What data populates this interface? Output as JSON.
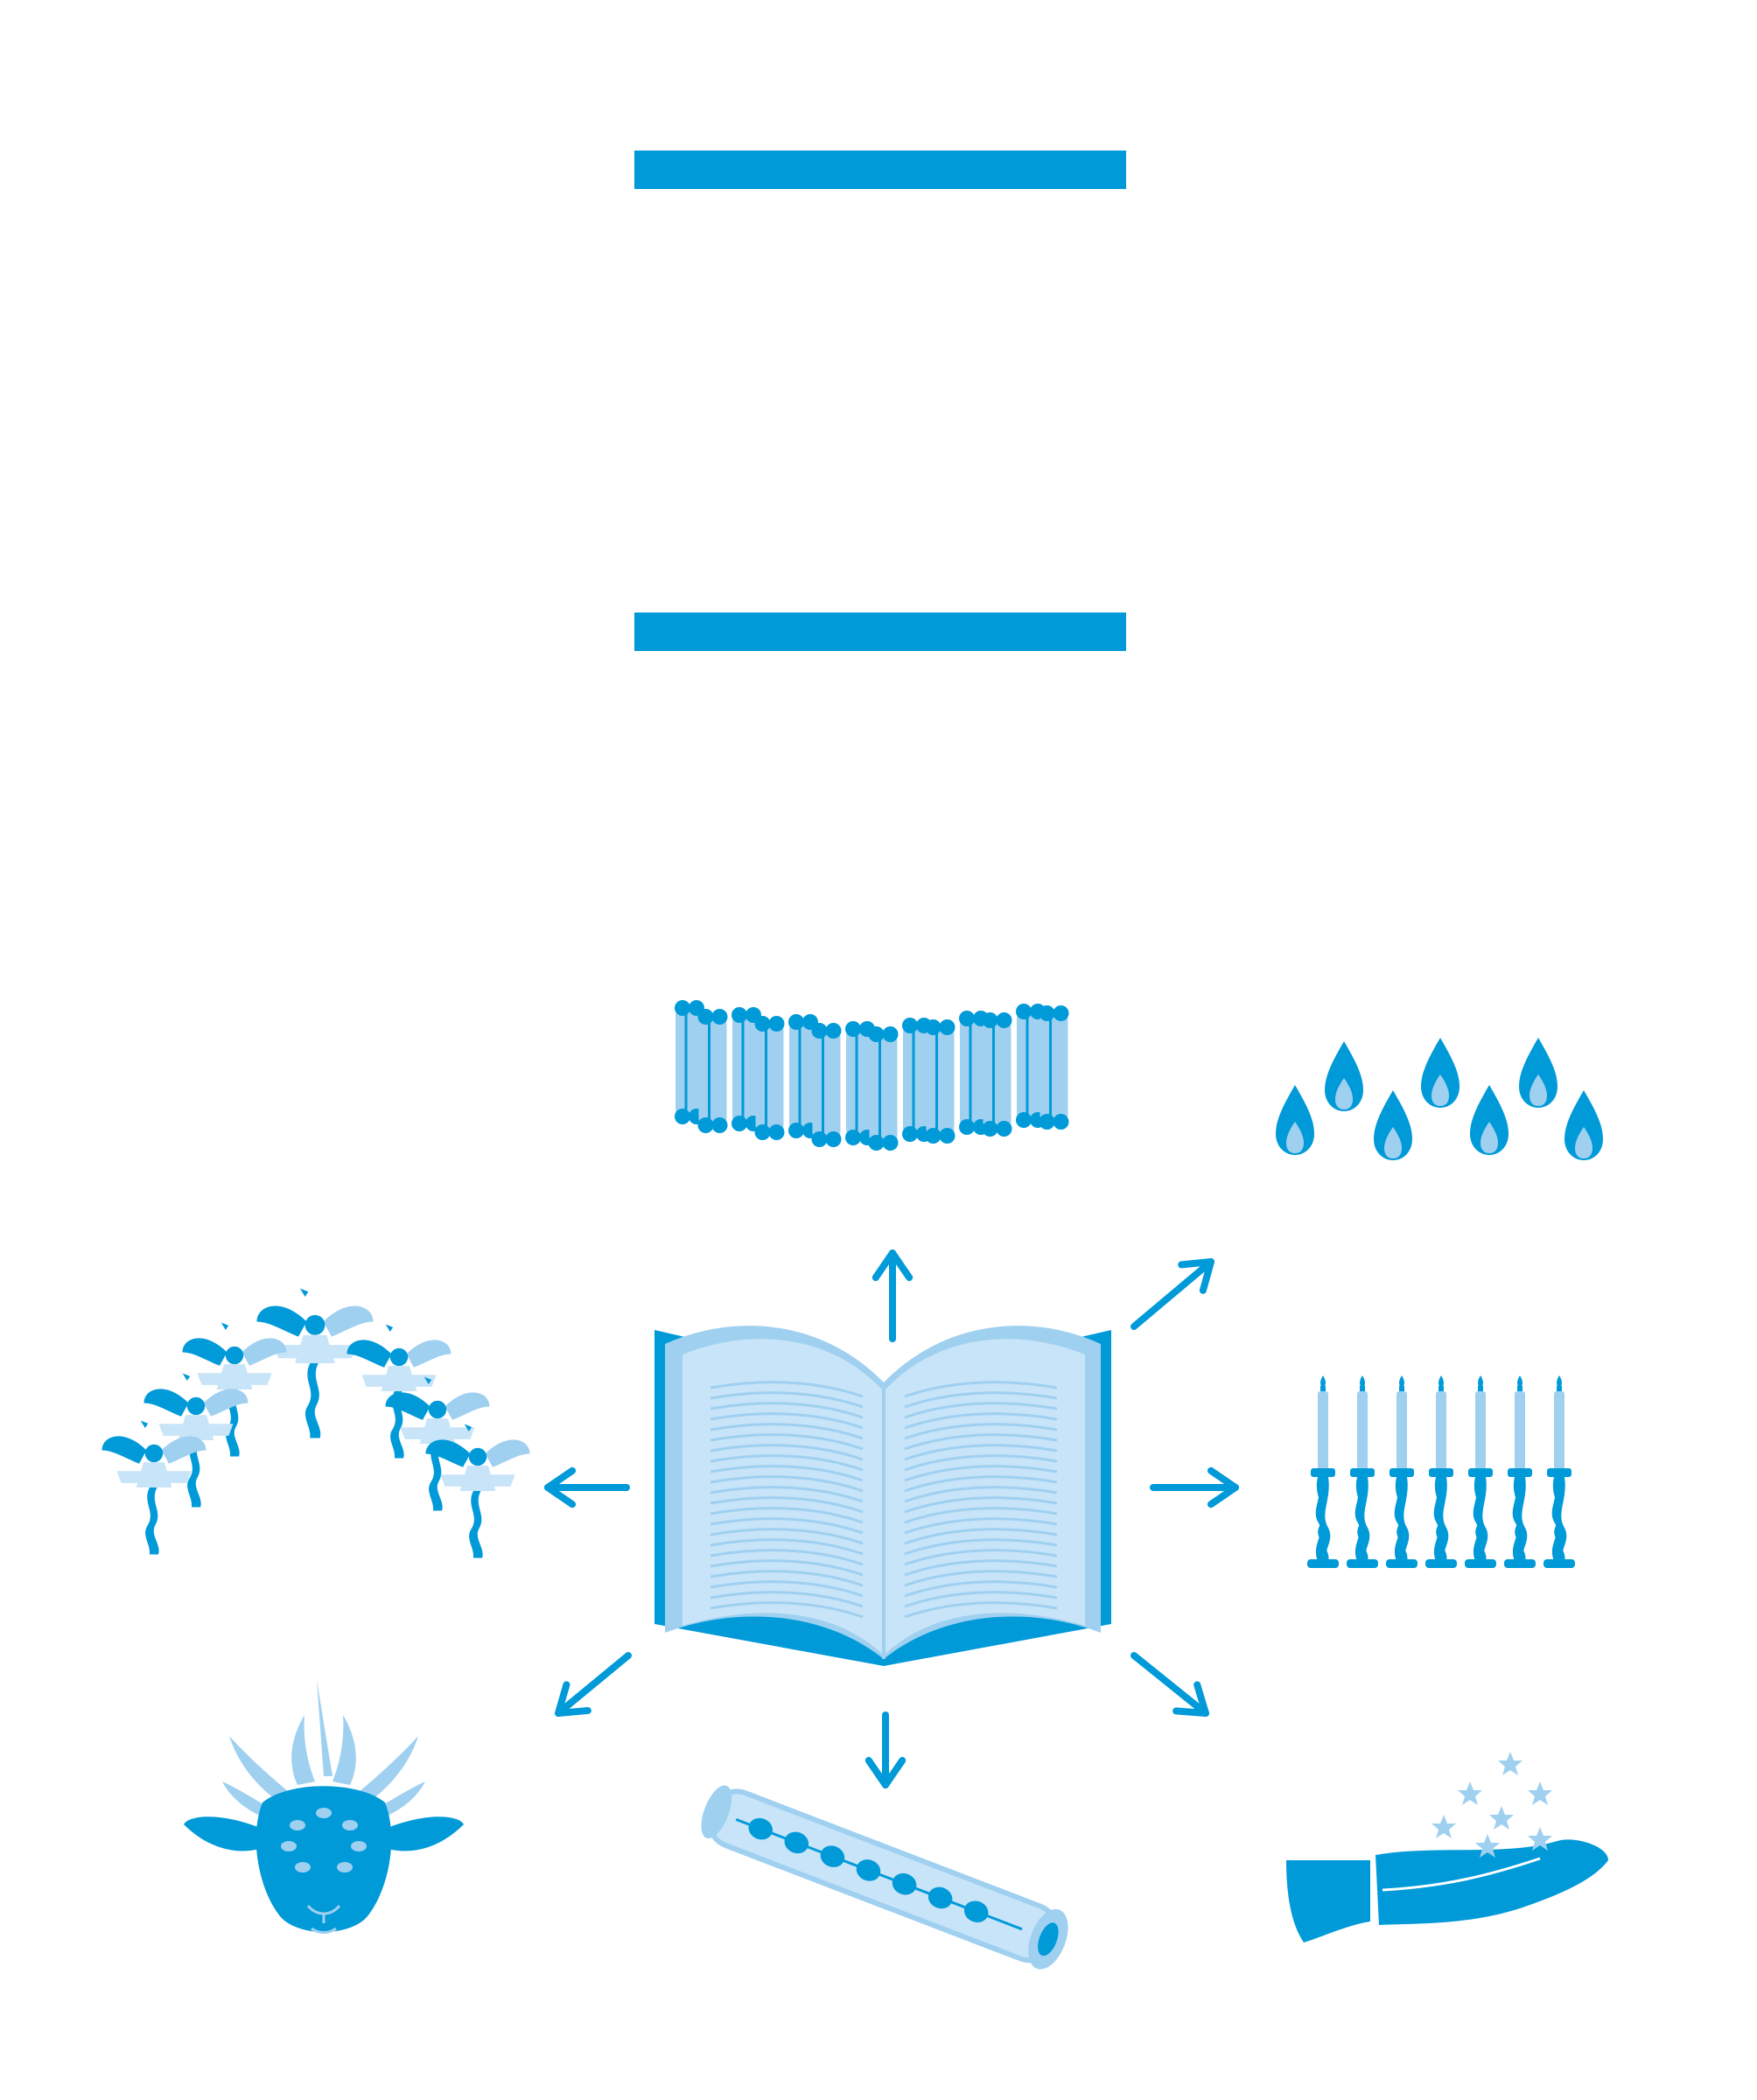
{
  "colors": {
    "accent": "#009ad9",
    "light": "#9fd0f0",
    "pale": "#c8e4f8",
    "page_bg": "#ffffff"
  },
  "decor": {
    "top_bar": "blue-horizontal-rule",
    "bottom_bar": "blue-horizontal-rule"
  },
  "diagram": {
    "center": "open-book-icon",
    "connector": "arrow-icon",
    "satellites": [
      {
        "name": "seven-churches-scrolls",
        "icon": "scrolls-icon",
        "count": 14
      },
      {
        "name": "seven-spirits-flames",
        "icon": "flame-icon",
        "count": 7
      },
      {
        "name": "seven-lampstands",
        "icon": "lampstand-icon",
        "count": 7
      },
      {
        "name": "seven-stars-in-hand",
        "icon": "hand-stars-icon",
        "count": 7
      },
      {
        "name": "sealed-scroll",
        "icon": "sealed-scroll-icon",
        "count": 7
      },
      {
        "name": "lamb-seven-horns-seven-eyes",
        "icon": "lamb-icon",
        "count": 7
      },
      {
        "name": "seven-angels-trumpets",
        "icon": "angel-icon",
        "count": 7
      }
    ]
  }
}
